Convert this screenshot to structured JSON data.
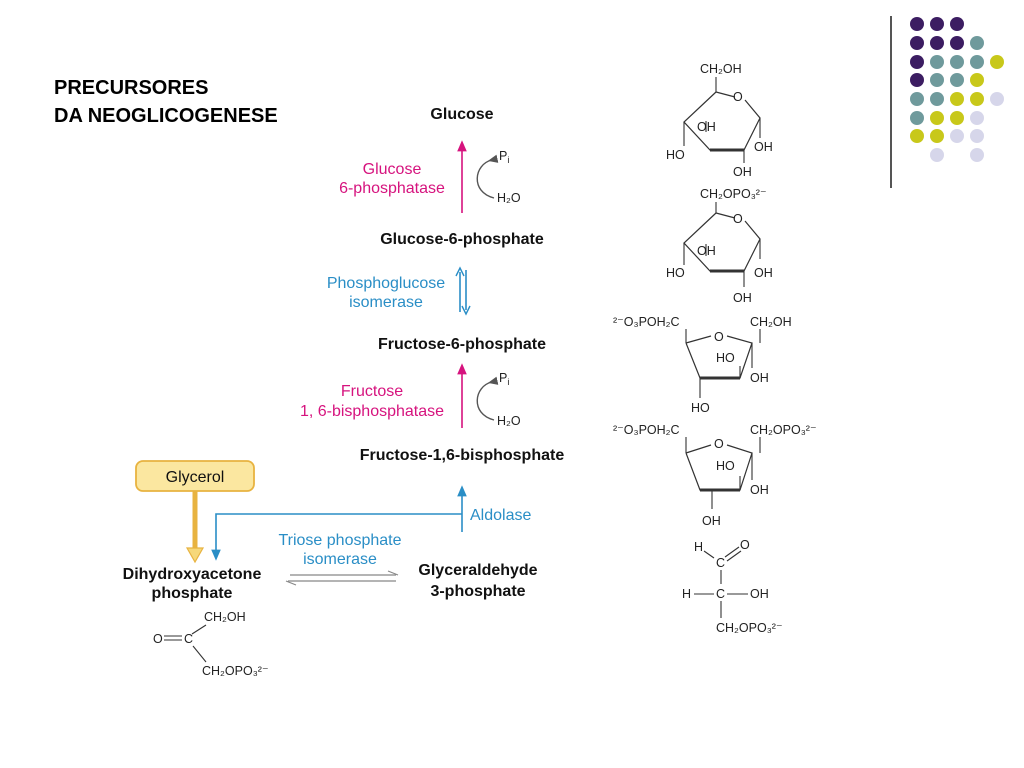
{
  "title": {
    "line1": "PRECURSORES",
    "line2": "DA NEOGLICOGENESE"
  },
  "colors": {
    "magenta": "#d6137e",
    "blue": "#2a8ec6",
    "yellow": "#f6d87a",
    "purple": "#3c1d62",
    "teal": "#6f9a9c",
    "olive": "#c8c81a",
    "lavender": "#d6d6ea"
  },
  "pathway": {
    "glucose": "Glucose",
    "g6pase_1": "Glucose",
    "g6pase_2": "6-phosphatase",
    "g6p": "Glucose-6-phosphate",
    "pgi_1": "Phosphoglucose",
    "pgi_2": "isomerase",
    "f6p": "Fructose-6-phosphate",
    "fbpase_1": "Fructose",
    "fbpase_2": "1, 6-bisphosphatase",
    "f16bp": "Fructose-1,6-bisphosphate",
    "glycerol": "Glycerol",
    "aldolase": "Aldolase",
    "tpi_1": "Triose phosphate",
    "tpi_2": "isomerase",
    "dhap_1": "Dihydroxyacetone",
    "dhap_2": "phosphate",
    "gap_1": "Glyceraldehyde",
    "gap_2": "3-phosphate",
    "pi_1": "P",
    "pi_1_sub": "i",
    "h2o_1": "H₂O",
    "pi_2": "P",
    "pi_2_sub": "i",
    "h2o_2": "H₂O"
  },
  "structures": {
    "glucose": {
      "top": "CH₂OH",
      "ring_o": "O",
      "oh_in": "OH",
      "ho_left": "HO",
      "oh_right": "OH",
      "oh_bottom": "OH"
    },
    "g6p": {
      "top": "CH₂OPO₃²⁻",
      "ring_o": "O",
      "oh_in": "OH",
      "ho_left": "HO",
      "oh_right": "OH",
      "oh_bottom": "OH"
    },
    "f6p": {
      "left": "²⁻O₃POH₂C",
      "right": "CH₂OH",
      "ring_o": "O",
      "ho_in": "HO",
      "oh_right": "OH",
      "ho_bottom": "HO"
    },
    "f16bp": {
      "left": "²⁻O₃POH₂C",
      "right": "CH₂OPO₃²⁻",
      "ring_o": "O",
      "ho_in": "HO",
      "oh_right": "OH",
      "oh_bottom": "OH"
    },
    "gap": {
      "h": "H",
      "c1": "C",
      "o": "O",
      "h2": "H",
      "c2": "C",
      "oh": "OH",
      "bottom": "CH₂OPO₃²⁻"
    },
    "dhap": {
      "top": "CH₂OH",
      "o": "O",
      "c": "C",
      "bottom": "CH₂OPO₃²⁻"
    }
  }
}
